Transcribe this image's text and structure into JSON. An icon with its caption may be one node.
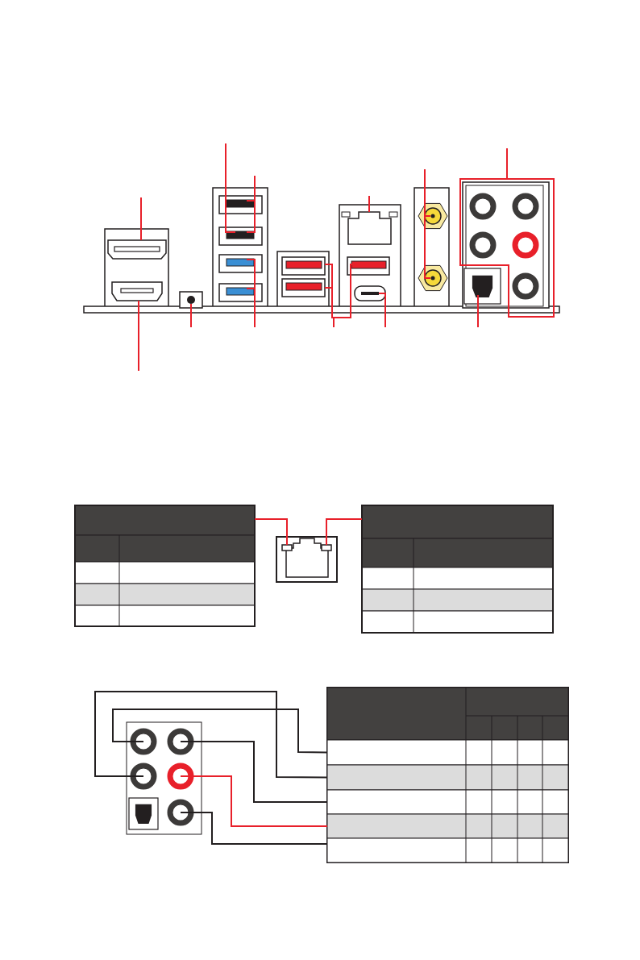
{
  "diagram": {
    "nodes": [
      {
        "text": [],
        "shape": "box"
      },
      {
        "text": [],
        "shape": "box"
      },
      {
        "text": [],
        "shape": "box"
      },
      {
        "text": [],
        "shape": "box"
      },
      {
        "text": [],
        "shape": "box"
      },
      {
        "text": [],
        "shape": "box"
      },
      {
        "text": [],
        "shape": "box"
      },
      {
        "text": [],
        "shape": "box"
      },
      {
        "text": [],
        "shape": "box"
      },
      {
        "text": [],
        "shape": "box"
      },
      {
        "text": [],
        "shape": "box"
      },
      {
        "text": [],
        "shape": "box"
      },
      {
        "text": [],
        "shape": "circle"
      },
      {
        "text": [],
        "shape": "circle"
      },
      {
        "text": [],
        "shape": "box"
      },
      {
        "text": [],
        "shape": "box",
        "in": 14
      },
      {
        "text": [],
        "shape": "box"
      },
      {
        "text": [],
        "shape": "box"
      },
      {
        "text": [],
        "shape": "box",
        "in": 17
      },
      {
        "text": [],
        "shape": "box",
        "in": 17
      },
      {
        "text": [],
        "shape": "box"
      },
      {
        "text": [],
        "shape": "box"
      },
      {
        "text": [],
        "shape": "circle",
        "in": 21
      },
      {
        "text": [],
        "shape": "circle",
        "in": 21
      },
      {
        "text": [],
        "shape": "circle",
        "in": 21
      },
      {
        "text": [],
        "shape": "circle",
        "in": 21
      },
      {
        "text": [],
        "shape": "circle",
        "in": 21
      },
      {
        "text": [],
        "shape": "box",
        "in": 21
      },
      {
        "text": [],
        "shape": "box"
      },
      {
        "text": [],
        "shape": "box",
        "in": 28
      },
      {
        "text": [],
        "shape": "box",
        "in": 28
      },
      {
        "text": [],
        "shape": "box",
        "in": 28
      },
      {
        "text": [],
        "shape": "box",
        "in": 28
      },
      {
        "text": [],
        "shape": "box",
        "in": 28
      },
      {
        "text": [],
        "shape": "circle",
        "in": 14
      },
      {
        "text": [],
        "shape": "circle",
        "in": 14
      },
      {
        "text": [],
        "shape": "circle",
        "in": 14
      },
      {
        "text": [],
        "shape": "circle",
        "in": 14
      },
      {
        "text": [],
        "shape": "circle",
        "in": 14
      }
    ],
    "edges": [
      {
        "from": null,
        "to": 0,
        "arrow": "none"
      },
      {
        "from": null,
        "to": 1,
        "arrow": "none"
      },
      {
        "from": null,
        "to": 2,
        "arrow": "none"
      },
      {
        "from": null,
        "to": 4,
        "arrow": "none"
      },
      {
        "from": null,
        "to": 3,
        "arrow": "none"
      },
      {
        "from": null,
        "to": 4,
        "arrow": "none"
      },
      {
        "from": null,
        "to": 5,
        "arrow": "none"
      },
      {
        "from": null,
        "to": 6,
        "arrow": "none"
      },
      {
        "from": null,
        "to": 7,
        "arrow": "none"
      },
      {
        "from": null,
        "to": 8,
        "arrow": "none"
      },
      {
        "from": null,
        "to": 9,
        "arrow": "none"
      },
      {
        "from": null,
        "to": 10,
        "arrow": "none"
      },
      {
        "from": null,
        "to": 11,
        "arrow": "none"
      },
      {
        "from": null,
        "to": 12,
        "arrow": "none"
      },
      {
        "from": null,
        "to": 13,
        "arrow": "none"
      },
      {
        "from": null,
        "to": 14,
        "arrow": "none"
      },
      {
        "from": null,
        "to": 15,
        "arrow": "none"
      },
      {
        "from": 16,
        "to": 18,
        "arrow": "none"
      },
      {
        "from": 20,
        "to": 19,
        "arrow": "none"
      },
      {
        "from": 22,
        "to": 29,
        "arrow": "none",
        "color": "#231f20"
      },
      {
        "from": 24,
        "to": 30,
        "arrow": "none",
        "color": "#231f20"
      },
      {
        "from": 23,
        "to": 31,
        "arrow": "none",
        "color": "#231f20"
      },
      {
        "from": 25,
        "to": 32,
        "arrow": "none"
      },
      {
        "from": 26,
        "to": 33,
        "arrow": "none",
        "color": "#231f20"
      }
    ]
  }
}
